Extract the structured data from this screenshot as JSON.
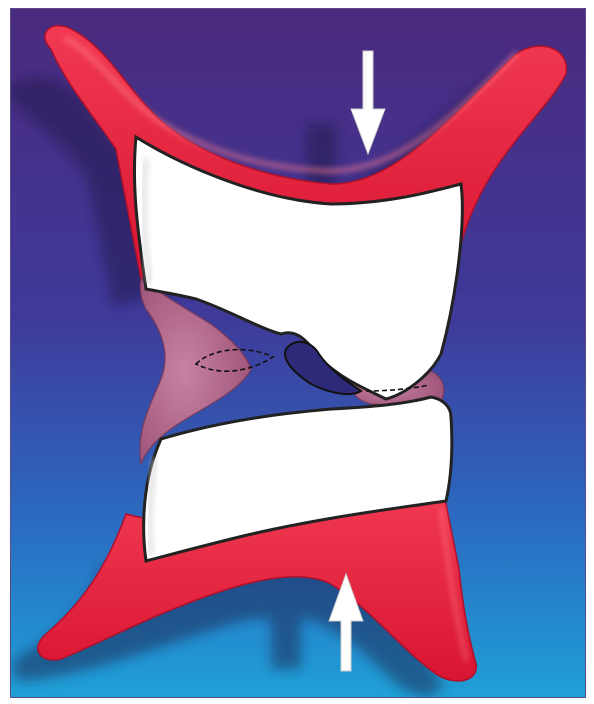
{
  "figure": {
    "colors": {
      "background_top": "#4a2a7e",
      "background_mid": "#3f3a9a",
      "background_bottom": "#1fa0d6",
      "bone_red": "#e8203e",
      "disc_white": "#ffffff",
      "soft_tissue_pink": "#b96b8e",
      "arrow": "#ffffff"
    },
    "arrows": [
      {
        "name": "compression-arrow-top",
        "direction": "down"
      },
      {
        "name": "compression-arrow-bottom",
        "direction": "up"
      }
    ],
    "icons": [
      "down-arrow-icon",
      "up-arrow-icon"
    ]
  }
}
